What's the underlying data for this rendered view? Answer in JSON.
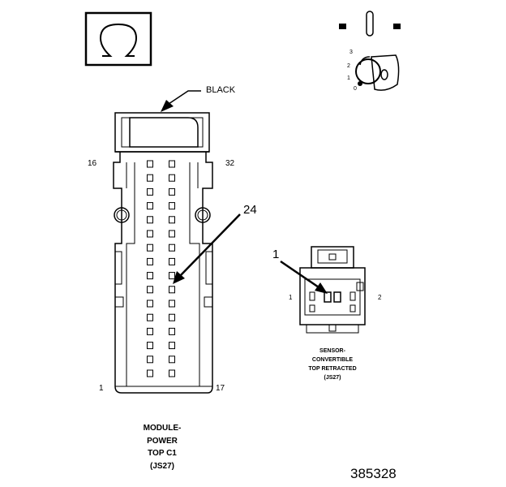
{
  "symbol_icon": "omega-icon",
  "key_icon": "ignition-key-icon",
  "main_connector": {
    "wire_color_label": "BLACK",
    "pin_label_top_left": "16",
    "pin_label_top_right": "32",
    "pin_label_bottom_left": "1",
    "pin_label_bottom_right": "17",
    "callout": "24",
    "caption_lines": [
      "MODULE-",
      "POWER",
      "TOP C1",
      "(JS27)"
    ]
  },
  "small_connector": {
    "callout": "1",
    "pin_label_left": "1",
    "pin_label_right": "2",
    "caption_lines": [
      "SENSOR-",
      "CONVERTIBLE",
      "TOP RETRACTED",
      "(JS27)"
    ]
  },
  "key_positions": [
    "3",
    "2",
    "1",
    "0"
  ],
  "figure_number": "385328"
}
